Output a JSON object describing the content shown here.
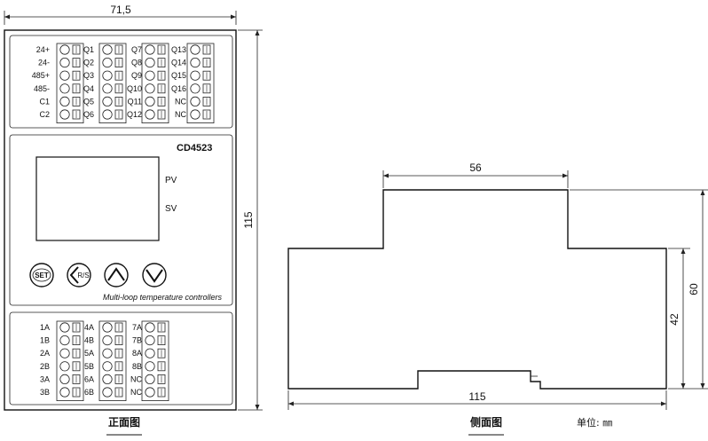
{
  "front_view": {
    "width_dim": "71,5",
    "height_dim": "115",
    "title": "正面图",
    "model": "CD4523",
    "display_labels": [
      "PV",
      "SV"
    ],
    "caption": "Multi-loop temperature controllers",
    "buttons": [
      {
        "label": "SET",
        "icon": "set-button-icon"
      },
      {
        "label": "R/S",
        "icon": "run-stop-arrow-icon"
      },
      {
        "label": "",
        "icon": "up-arrow-icon"
      },
      {
        "label": "",
        "icon": "down-arrow-icon"
      }
    ],
    "top_terminals": [
      [
        "24+",
        "24-",
        "485+",
        "485-",
        "C1",
        "C2"
      ],
      [
        "Q1",
        "Q2",
        "Q3",
        "Q4",
        "Q5",
        "Q6"
      ],
      [
        "Q7",
        "Q8",
        "Q9",
        "Q10",
        "Q11",
        "Q12"
      ],
      [
        "Q13",
        "Q14",
        "Q15",
        "Q16",
        "NC",
        "NC"
      ]
    ],
    "bottom_terminals": [
      [
        "1A",
        "1B",
        "2A",
        "2B",
        "3A",
        "3B"
      ],
      [
        "4A",
        "4B",
        "5A",
        "5B",
        "6A",
        "6B"
      ],
      [
        "7A",
        "7B",
        "8A",
        "8B",
        "NC",
        "NC"
      ]
    ]
  },
  "side_view": {
    "top_width_dim": "56",
    "bottom_width_dim": "115",
    "height_outer_dim": "60",
    "height_inner_dim": "42",
    "title": "侧面图"
  },
  "unit_label": "单位: ㎜"
}
